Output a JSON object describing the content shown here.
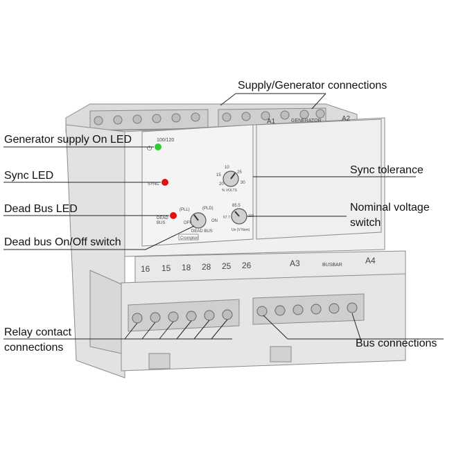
{
  "labels": {
    "supply_generator": "Supply/Generator connections",
    "generator_led": "Generator supply On LED",
    "sync_led": "Sync LED",
    "sync_tolerance": "Sync tolerance",
    "dead_bus_led": "Dead Bus LED",
    "nominal_voltage_line1": "Nominal voltage",
    "nominal_voltage_line2": "switch",
    "dead_bus_switch": "Dead bus On/Off switch",
    "relay_line1": "Relay contact",
    "relay_line2": "connections",
    "bus_connections": "Bus connections"
  },
  "device": {
    "model": "100/120",
    "sync_text": "SYNC",
    "dead_bus_text1": "DEAD",
    "dead_bus_text2": "BUS",
    "pll_left": "(PLL)",
    "pll_right": "(PLD)",
    "off": "OFF",
    "on": "ON",
    "dead_bus_knob": "DEAD BUS",
    "volts_unit": "% VOLTS",
    "un_label": "Un (V Nom)",
    "sel_top": "85.5",
    "sel_left": "57.7",
    "sel_right": "110",
    "tol_marks": [
      "10",
      "15",
      "20",
      "25",
      "30"
    ],
    "brand": "Crompton",
    "terminals_left": [
      "16",
      "15",
      "18",
      "28",
      "25",
      "26"
    ],
    "terminal_a3": "A3",
    "terminal_a4": "A4",
    "busbar": "BUSBAR",
    "terminal_a1": "A1",
    "terminal_a2": "A2",
    "generator": "GENERATOR"
  },
  "colors": {
    "led_green": "#33cc33",
    "led_red": "#e01010",
    "housing": "#ebebeb",
    "outline": "#8a8a8a"
  }
}
